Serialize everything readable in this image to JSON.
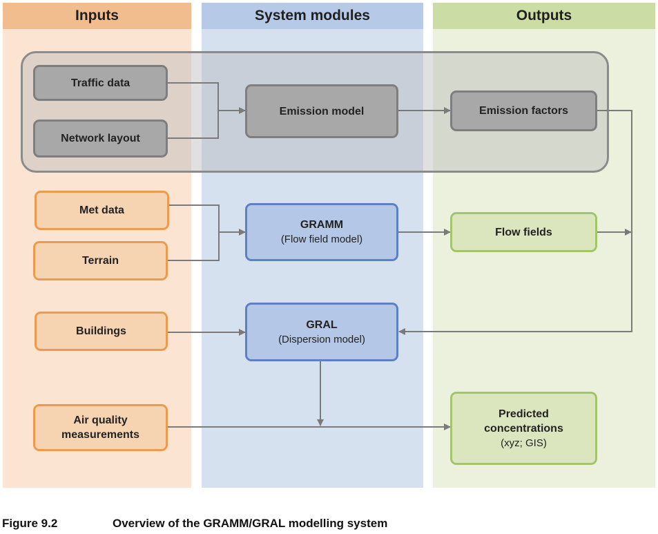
{
  "columns": {
    "inputs": {
      "title": "Inputs",
      "bg": "#fbe4d1",
      "head_bg": "#f1bd8f"
    },
    "modules": {
      "title": "System modules",
      "bg": "#d6e1f0",
      "head_bg": "#b6c9e7"
    },
    "outputs": {
      "title": "Outputs",
      "bg": "#ecf1dd",
      "head_bg": "#ccdca5"
    }
  },
  "nodes": {
    "traffic_data": "Traffic data",
    "network_layout": "Network layout",
    "emission_model": "Emission model",
    "emission_factors": "Emission factors",
    "met_data": "Met data",
    "terrain": "Terrain",
    "gramm_title": "GRAMM",
    "gramm_sub": "(Flow field model)",
    "flow_fields": "Flow fields",
    "buildings": "Buildings",
    "gral_title": "GRAL",
    "gral_sub": "(Dispersion model)",
    "air_quality_1": "Air quality",
    "air_quality_2": "measurements",
    "predicted_1": "Predicted",
    "predicted_2": "concentrations",
    "predicted_sub": "(xyz; GIS)"
  },
  "caption": {
    "label": "Figure 9.2",
    "text": "Overview of the GRAMM/GRAL modelling system"
  },
  "colors": {
    "wire": "#7a7a7a"
  }
}
